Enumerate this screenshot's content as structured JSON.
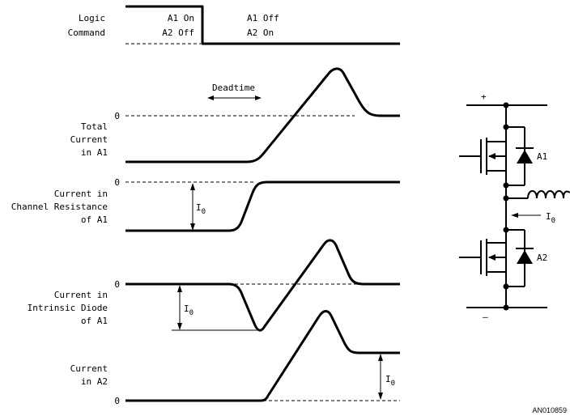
{
  "logic": {
    "title_line1": "Logic",
    "title_line2": "Command",
    "state1_line1": "A1 On",
    "state1_line2": "A2 Off",
    "state2_line1": "A1 Off",
    "state2_line2": "A2 On"
  },
  "deadtime_label": "Deadtime",
  "zero_label": "0",
  "traces": {
    "total": {
      "line1": "Total",
      "line2": "Current",
      "line3": "in A1"
    },
    "channel": {
      "line1": "Current in",
      "line2": "Channel Resistance",
      "line3": "of A1"
    },
    "diode": {
      "line1": "Current in",
      "line2": "Intrinsic Diode",
      "line3": "of A1"
    },
    "a2": {
      "line1": "Current",
      "line2": "in A2"
    }
  },
  "io_label": {
    "main": "I",
    "sub": "0"
  },
  "circuit": {
    "plus": "+",
    "minus": "–",
    "a1_label": "A1",
    "a2_label": "A2"
  },
  "figure_id": "AN010859",
  "colors": {
    "ink": "#000000",
    "background": "#ffffff"
  }
}
